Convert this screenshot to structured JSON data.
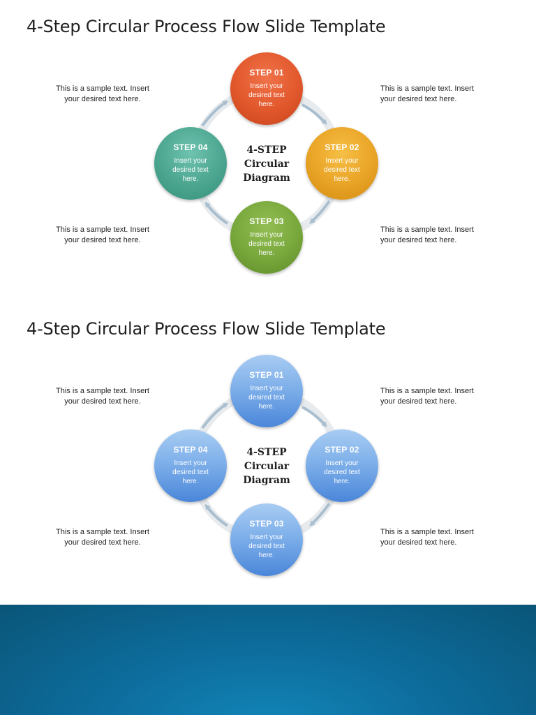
{
  "slides": [
    {
      "title": "4-Step Circular Process Flow Slide Template",
      "center_label": [
        "4-STEP",
        "Circular",
        "Diagram"
      ],
      "steps": [
        {
          "label": "STEP 01",
          "text": "Insert your desired text here.",
          "color": "#e35a2e"
        },
        {
          "label": "STEP 02",
          "text": "Insert your desired text here.",
          "color": "#eaa628"
        },
        {
          "label": "STEP 03",
          "text": "Insert your desired text here.",
          "color": "#7aa93d"
        },
        {
          "label": "STEP 04",
          "text": "Insert your desired text here.",
          "color": "#4ea892"
        }
      ],
      "sample_texts": {
        "top_left": "This is a sample text. Insert your desired text here.",
        "top_right": "This is a sample text. Insert your desired text here.",
        "bottom_left": "This is a sample text. Insert your desired text here.",
        "bottom_right": "This is a sample text. Insert your desired text here."
      }
    },
    {
      "title": "4-Step Circular Process Flow Slide Template",
      "center_label": [
        "4-STEP",
        "Circular",
        "Diagram"
      ],
      "steps": [
        {
          "label": "STEP 01",
          "text": "Insert your desired text here.",
          "color": "#7fb0ea"
        },
        {
          "label": "STEP 02",
          "text": "Insert your desired text here.",
          "color": "#7fb0ea"
        },
        {
          "label": "STEP 03",
          "text": "Insert your desired text here.",
          "color": "#7fb0ea"
        },
        {
          "label": "STEP 04",
          "text": "Insert your desired text here.",
          "color": "#7fb0ea"
        }
      ],
      "sample_texts": {
        "top_left": "This is a sample text. Insert your desired text here.",
        "top_right": "This is a sample text. Insert your desired text here.",
        "bottom_left": "This is a sample text. Insert your desired text here.",
        "bottom_right": "This is a sample text. Insert your desired text here."
      }
    }
  ],
  "colors": {
    "ring": "#e8ebee",
    "arrow": "#a9bfcf",
    "footer_band": "#0d6d9d"
  }
}
